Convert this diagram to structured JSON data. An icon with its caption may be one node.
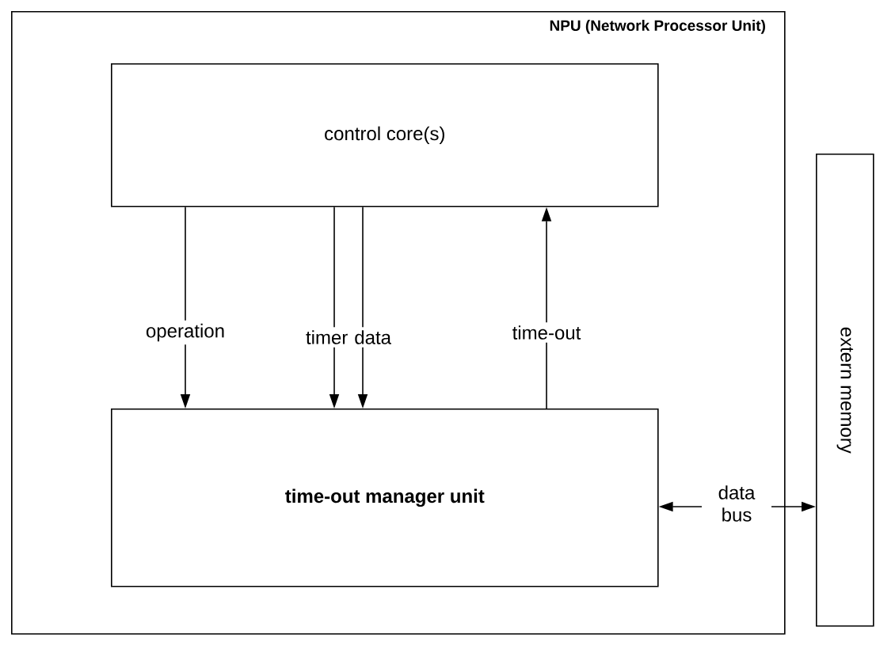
{
  "diagram": {
    "nodes": [
      {
        "text": [
          "NPU (Network Processor Unit)"
        ]
      },
      {
        "text": [
          "control core(s)"
        ],
        "in": 0
      },
      {
        "text": [
          "time-out manager unit"
        ],
        "in": 0
      },
      {
        "text": [
          "extern memory"
        ]
      }
    ],
    "edges": [
      {
        "from": 1,
        "to": 2,
        "arrow": "to",
        "label": "operation"
      },
      {
        "from": 1,
        "to": 2,
        "arrow": "to",
        "label": "timer data"
      },
      {
        "from": 1,
        "to": 2,
        "arrow": "to"
      },
      {
        "from": 2,
        "to": 1,
        "arrow": "to",
        "label": "time-out"
      },
      {
        "from": 2,
        "to": 3,
        "arrow": "both",
        "label": "data bus"
      }
    ]
  }
}
